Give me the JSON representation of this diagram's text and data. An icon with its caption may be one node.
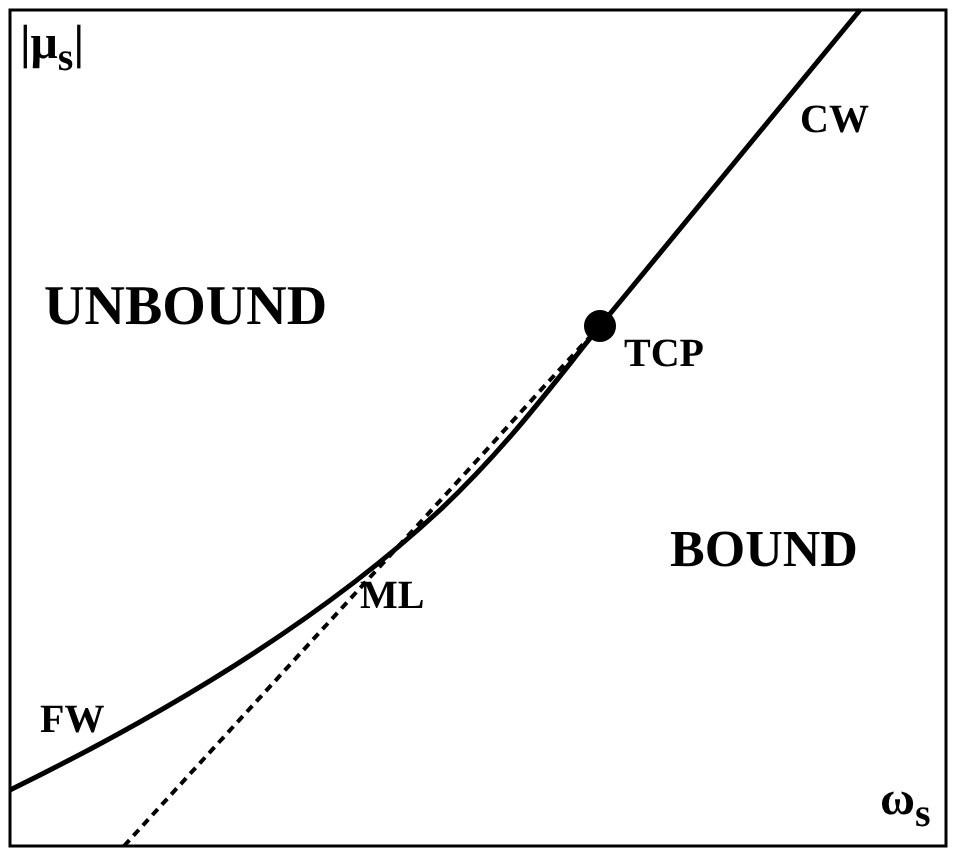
{
  "diagram": {
    "labels": [
      "|μ$_{s}$|",
      "CW",
      "UNBOUND",
      "TCP",
      "BOUND",
      "FW",
      "ML",
      "ω$_{s}$"
    ]
  }
}
